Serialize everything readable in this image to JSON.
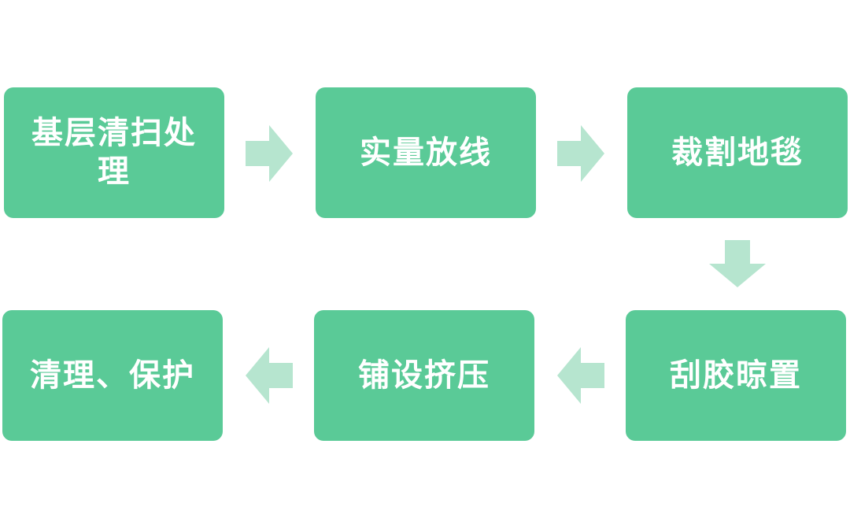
{
  "steps": [
    {
      "id": "step-1",
      "label": "基层清扫处理"
    },
    {
      "id": "step-2",
      "label": "实量放线"
    },
    {
      "id": "step-3",
      "label": "裁割地毯"
    },
    {
      "id": "step-4",
      "label": "刮胶晾置"
    },
    {
      "id": "step-5",
      "label": "铺设挤压"
    },
    {
      "id": "step-6",
      "label": "清理、保护"
    }
  ],
  "colors": {
    "box_fill": "#5aca97",
    "box_text": "#ffffff",
    "arrow_fill": "#b6e5cf"
  },
  "arrows": [
    {
      "from": "step-1",
      "to": "step-2",
      "direction": "right"
    },
    {
      "from": "step-2",
      "to": "step-3",
      "direction": "right"
    },
    {
      "from": "step-3",
      "to": "step-4",
      "direction": "down"
    },
    {
      "from": "step-4",
      "to": "step-5",
      "direction": "left"
    },
    {
      "from": "step-5",
      "to": "step-6",
      "direction": "left"
    }
  ]
}
